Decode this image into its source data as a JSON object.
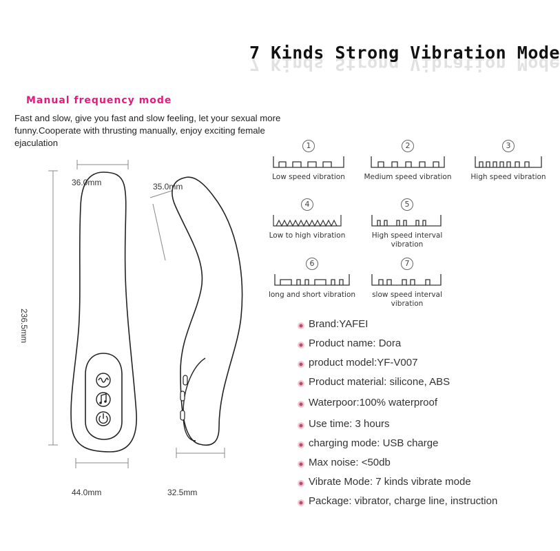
{
  "title": "7 Kinds Strong Vibration Mode",
  "manual_mode": {
    "heading": "Manual frequency mode",
    "description": "Fast and slow, give you fast and slow feeling,  let  your  sexual more funny.Cooperate with thrusting manually, enjoy exciting female ejaculation"
  },
  "dimensions": {
    "front_width_top": "36.0mm",
    "side_width_top": "35.0mm",
    "height": "236.5mm",
    "front_width_bottom": "44.0mm",
    "side_width_bottom": "32.5mm"
  },
  "vibration_modes": [
    {
      "number": "1",
      "label": "Low speed vibration"
    },
    {
      "number": "2",
      "label": "Medium speed vibration"
    },
    {
      "number": "3",
      "label": "High speed vibration"
    },
    {
      "number": "4",
      "label": "Low to high vibration"
    },
    {
      "number": "5",
      "label": "High speed interval vibration"
    },
    {
      "number": "6",
      "label": "long and short vibration"
    },
    {
      "number": "7",
      "label": "slow speed interval vibration"
    }
  ],
  "specs": [
    "Brand:YAFEI",
    "Product name: Dora",
    "product model:YF-V007",
    "Product material: silicone, ABS",
    "Waterpoor:100%  waterproof",
    "Use time: 3 hours",
    "charging mode: USB charge",
    " Max noise: <50db",
    "Vibrate Mode: 7 kinds vibrate mode",
    "Package: vibrator, charge line, instruction"
  ],
  "icons": [
    "mode-wave-icon",
    "music-note-icon",
    "power-icon",
    "spec-bullet-icon"
  ]
}
